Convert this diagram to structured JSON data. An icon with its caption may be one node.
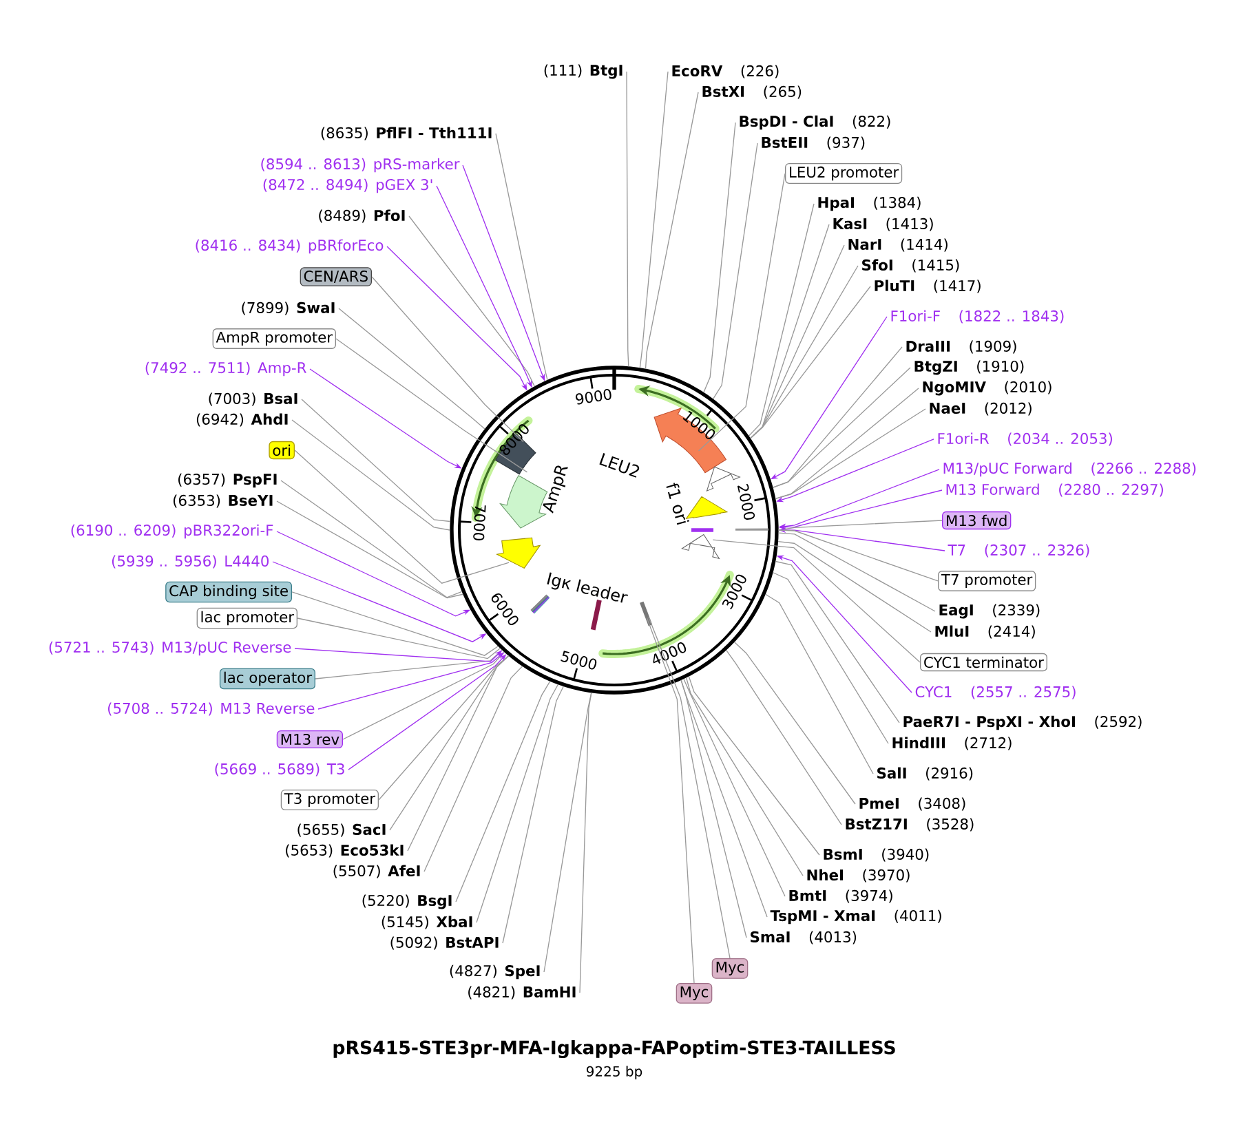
{
  "diagram": {
    "title": "pRS415-STE3pr-MFA-Igkappa-FAPoptim-STE3-TAILLESS",
    "nodes": [
      {
        "text": [
          "(111)",
          "BtgI"
        ]
      },
      {
        "text": [
          "EcoRV",
          "(226)"
        ]
      },
      {
        "text": [
          "BstXI",
          "(265)"
        ]
      },
      {
        "text": [
          "BspDI - ClaI",
          "(822)"
        ]
      },
      {
        "text": [
          "BstEII",
          "(937)"
        ]
      },
      {
        "text": [
          "LEU2 promoter"
        ]
      },
      {
        "text": [
          "HpaI",
          "(1384)"
        ]
      },
      {
        "text": [
          "KasI",
          "(1413)"
        ]
      },
      {
        "text": [
          "NarI",
          "(1414)"
        ]
      },
      {
        "text": [
          "SfoI",
          "(1415)"
        ]
      },
      {
        "text": [
          "PluTI",
          "(1417)"
        ]
      },
      {
        "text": [
          "F1ori-F",
          "(1822 .. 1843)"
        ]
      },
      {
        "text": [
          "DraIII",
          "(1909)"
        ]
      },
      {
        "text": [
          "BtgZI",
          "(1910)"
        ]
      },
      {
        "text": [
          "NgoMIV",
          "(2010)"
        ]
      },
      {
        "text": [
          "NaeI",
          "(2012)"
        ]
      },
      {
        "text": [
          "F1ori-R",
          "(2034 .. 2053)"
        ]
      },
      {
        "text": [
          "M13/pUC Forward",
          "(2266 .. 2288)"
        ]
      },
      {
        "text": [
          "M13 Forward",
          "(2280 .. 2297)"
        ]
      },
      {
        "text": [
          "M13 fwd"
        ]
      },
      {
        "text": [
          "T7",
          "(2307 .. 2326)"
        ]
      },
      {
        "text": [
          "T7 promoter"
        ]
      },
      {
        "text": [
          "EagI",
          "(2339)"
        ]
      },
      {
        "text": [
          "MluI",
          "(2414)"
        ]
      },
      {
        "text": [
          "CYC1 terminator"
        ]
      },
      {
        "text": [
          "CYC1",
          "(2557 .. 2575)"
        ]
      },
      {
        "text": [
          "PaeR7I - PspXI - XhoI",
          "(2592)"
        ]
      },
      {
        "text": [
          "HindIII",
          "(2712)"
        ]
      },
      {
        "text": [
          "SalI",
          "(2916)"
        ]
      },
      {
        "text": [
          "PmeI",
          "(3408)"
        ]
      },
      {
        "text": [
          "BstZ17I",
          "(3528)"
        ]
      },
      {
        "text": [
          "BsmI",
          "(3940)"
        ]
      },
      {
        "text": [
          "NheI",
          "(3970)"
        ]
      },
      {
        "text": [
          "BmtI",
          "(3974)"
        ]
      },
      {
        "text": [
          "TspMI - XmaI",
          "(4011)"
        ]
      },
      {
        "text": [
          "SmaI",
          "(4013)"
        ]
      },
      {
        "text": [
          "Myc"
        ]
      },
      {
        "text": [
          "Myc"
        ]
      },
      {
        "text": [
          "(4827)",
          "SpeI"
        ]
      },
      {
        "text": [
          "(4821)",
          "BamHI"
        ]
      },
      {
        "text": [
          "(5092)",
          "BstAPI"
        ]
      },
      {
        "text": [
          "(5145)",
          "XbaI"
        ]
      },
      {
        "text": [
          "(5220)",
          "BsgI"
        ]
      },
      {
        "text": [
          "(5507)",
          "AfeI"
        ]
      },
      {
        "text": [
          "(5653)",
          "Eco53kI"
        ]
      },
      {
        "text": [
          "(5655)",
          "SacI"
        ]
      },
      {
        "text": [
          "T3 promoter"
        ]
      },
      {
        "text": [
          "(5669 .. 5689)",
          "T3"
        ]
      },
      {
        "text": [
          "M13 rev"
        ]
      },
      {
        "text": [
          "(5708 .. 5724)",
          "M13 Reverse"
        ]
      },
      {
        "text": [
          "lac operator"
        ]
      },
      {
        "text": [
          "(5721 .. 5743)",
          "M13/pUC Reverse"
        ]
      },
      {
        "text": [
          "lac promoter"
        ]
      },
      {
        "text": [
          "CAP binding site"
        ]
      },
      {
        "text": [
          "(5939 .. 5956)",
          "L4440"
        ]
      },
      {
        "text": [
          "(6190 .. 6209)",
          "pBR322ori-F"
        ]
      },
      {
        "text": [
          "(6353)",
          "BseYI"
        ]
      },
      {
        "text": [
          "(6357)",
          "PspFI"
        ]
      },
      {
        "text": [
          "ori"
        ]
      },
      {
        "text": [
          "(6942)",
          "AhdI"
        ]
      },
      {
        "text": [
          "(7003)",
          "BsaI"
        ]
      },
      {
        "text": [
          "(7492 .. 7511)",
          "Amp-R"
        ]
      },
      {
        "text": [
          "AmpR promoter"
        ]
      },
      {
        "text": [
          "(7899)",
          "SwaI"
        ]
      },
      {
        "text": [
          "CEN/ARS"
        ]
      },
      {
        "text": [
          "(8416 .. 8434)",
          "pBRforEco"
        ]
      },
      {
        "text": [
          "(8489)",
          "PfoI"
        ]
      },
      {
        "text": [
          "(8472 .. 8494)",
          "pGEX 3'"
        ]
      },
      {
        "text": [
          "(8594 .. 8613)",
          "pRS-marker"
        ]
      },
      {
        "text": [
          "(8635)",
          "PflFI - Tth111I"
        ]
      },
      {
        "text": [],
        "shape": "circle"
      }
    ],
    "edges": [
      {
        "from": 0,
        "to": 70,
        "arrow": "none"
      },
      {
        "from": 1,
        "to": 70,
        "arrow": "none"
      },
      {
        "from": 2,
        "to": 70,
        "arrow": "none"
      },
      {
        "from": 3,
        "to": 70,
        "arrow": "none"
      },
      {
        "from": 4,
        "to": 70,
        "arrow": "none"
      },
      {
        "from": 5,
        "to": 70,
        "arrow": "none"
      },
      {
        "from": 6,
        "to": 70,
        "arrow": "none"
      },
      {
        "from": 7,
        "to": 70,
        "arrow": "none"
      },
      {
        "from": 8,
        "to": 70,
        "arrow": "none"
      },
      {
        "from": 9,
        "to": 70,
        "arrow": "none"
      },
      {
        "from": 10,
        "to": 70,
        "arrow": "none"
      },
      {
        "from": 11,
        "to": 70,
        "arrow": "to",
        "color": "#a030f0"
      },
      {
        "from": 12,
        "to": 70,
        "arrow": "none"
      },
      {
        "from": 13,
        "to": 70,
        "arrow": "none"
      },
      {
        "from": 14,
        "to": 70,
        "arrow": "none"
      },
      {
        "from": 15,
        "to": 70,
        "arrow": "none"
      },
      {
        "from": 16,
        "to": 70,
        "arrow": "to",
        "color": "#a030f0"
      },
      {
        "from": 17,
        "to": 70,
        "arrow": "to",
        "color": "#a030f0"
      },
      {
        "from": 18,
        "to": 70,
        "arrow": "to",
        "color": "#a030f0"
      },
      {
        "from": 19,
        "to": 70,
        "arrow": "none"
      },
      {
        "from": 20,
        "to": 70,
        "arrow": "to",
        "color": "#a030f0"
      },
      {
        "from": 21,
        "to": 70,
        "arrow": "none"
      },
      {
        "from": 22,
        "to": 70,
        "arrow": "none"
      },
      {
        "from": 23,
        "to": 70,
        "arrow": "none"
      },
      {
        "from": 24,
        "to": 70,
        "arrow": "none"
      },
      {
        "from": 25,
        "to": 70,
        "arrow": "to",
        "color": "#a030f0"
      },
      {
        "from": 26,
        "to": 70,
        "arrow": "none"
      },
      {
        "from": 27,
        "to": 70,
        "arrow": "none"
      },
      {
        "from": 28,
        "to": 70,
        "arrow": "none"
      },
      {
        "from": 29,
        "to": 70,
        "arrow": "none"
      },
      {
        "from": 30,
        "to": 70,
        "arrow": "none"
      },
      {
        "from": 31,
        "to": 70,
        "arrow": "none"
      },
      {
        "from": 32,
        "to": 70,
        "arrow": "none"
      },
      {
        "from": 33,
        "to": 70,
        "arrow": "none"
      },
      {
        "from": 34,
        "to": 70,
        "arrow": "none"
      },
      {
        "from": 35,
        "to": 70,
        "arrow": "none"
      },
      {
        "from": 36,
        "to": 70,
        "arrow": "none"
      },
      {
        "from": 37,
        "to": 70,
        "arrow": "none"
      },
      {
        "from": 38,
        "to": 70,
        "arrow": "none"
      },
      {
        "from": 39,
        "to": 70,
        "arrow": "none"
      },
      {
        "from": 40,
        "to": 70,
        "arrow": "none"
      },
      {
        "from": 41,
        "to": 70,
        "arrow": "none"
      },
      {
        "from": 42,
        "to": 70,
        "arrow": "none"
      },
      {
        "from": 43,
        "to": 70,
        "arrow": "none"
      },
      {
        "from": 44,
        "to": 70,
        "arrow": "none"
      },
      {
        "from": 45,
        "to": 70,
        "arrow": "none"
      },
      {
        "from": 46,
        "to": 70,
        "arrow": "none"
      },
      {
        "from": 47,
        "to": 70,
        "arrow": "to",
        "color": "#a030f0"
      },
      {
        "from": 48,
        "to": 70,
        "arrow": "none"
      },
      {
        "from": 49,
        "to": 70,
        "arrow": "to",
        "color": "#a030f0"
      },
      {
        "from": 50,
        "to": 70,
        "arrow": "none"
      },
      {
        "from": 51,
        "to": 70,
        "arrow": "to",
        "color": "#a030f0"
      },
      {
        "from": 52,
        "to": 70,
        "arrow": "none"
      },
      {
        "from": 53,
        "to": 70,
        "arrow": "none"
      },
      {
        "from": 54,
        "to": 70,
        "arrow": "to",
        "color": "#a030f0"
      },
      {
        "from": 55,
        "to": 70,
        "arrow": "to",
        "color": "#a030f0"
      },
      {
        "from": 56,
        "to": 70,
        "arrow": "none"
      },
      {
        "from": 57,
        "to": 70,
        "arrow": "none"
      },
      {
        "from": 58,
        "to": 70,
        "arrow": "none"
      },
      {
        "from": 59,
        "to": 70,
        "arrow": "none"
      },
      {
        "from": 60,
        "to": 70,
        "arrow": "none"
      },
      {
        "from": 61,
        "to": 70,
        "arrow": "to",
        "color": "#a030f0"
      },
      {
        "from": 62,
        "to": 70,
        "arrow": "none"
      },
      {
        "from": 63,
        "to": 70,
        "arrow": "none"
      },
      {
        "from": 64,
        "to": 70,
        "arrow": "none"
      },
      {
        "from": 65,
        "to": 70,
        "arrow": "to",
        "color": "#a030f0"
      },
      {
        "from": 66,
        "to": 70,
        "arrow": "none"
      },
      {
        "from": 67,
        "to": 70,
        "arrow": "to",
        "color": "#a030f0"
      },
      {
        "from": 68,
        "to": 70,
        "arrow": "to",
        "color": "#a030f0"
      },
      {
        "from": 69,
        "to": 70,
        "arrow": "none"
      }
    ],
    "labels": [
      "1000",
      "2000",
      "3000",
      "4000",
      "5000",
      "6000",
      "7000",
      "8000",
      "9000",
      "LEU2",
      "AmpR",
      "f1 ori",
      "Igκ leader",
      "9225 bp"
    ]
  }
}
